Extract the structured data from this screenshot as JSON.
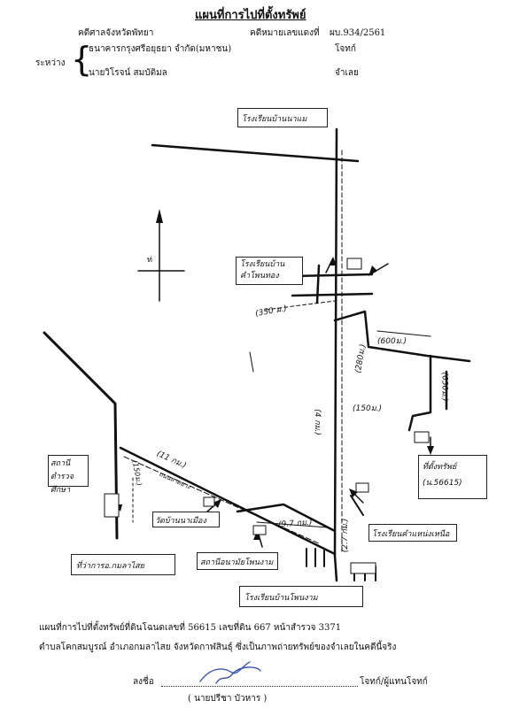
{
  "header": {
    "title": "แผนที่การไปที่ตั้งทรัพย์",
    "court": "คดีศาลจังหวัดพัทยา",
    "case_label": "คดีหมายเลขแดงที่",
    "case_no": "ผบ.934/2561",
    "between": "ระหว่าง",
    "plaintiff": "ธนาคารกรุงศรีอยุธยา จำกัด(มหาชน)",
    "plaintiff_role": "โจทก์",
    "defendant": "นายวิโรจน์  สมบัติมล",
    "defendant_role": "จำเลย"
  },
  "map": {
    "north_label": "ท่",
    "labels": {
      "school_top": "โรงเรียนบ้านนาแม",
      "school_mid_1": "โรงเรียนบ้าน",
      "school_mid_2": "คำโพนทอง",
      "dist_350": "(350 ม.)",
      "dist_600": "(600ม.)",
      "dist_280": "(280ม.)",
      "dist_650": "(650ม.)",
      "dist_150": "(150ม.)",
      "dist_11km": "(11 กม.)",
      "dist_150b": "(150ม.)",
      "road_small": "ถนนลาดยาง",
      "dist_4km": "(4 กม.)",
      "dist_9km": "(9.7 กม.)",
      "dist_7km": "(2.7 กม.)",
      "property_1": "ที่ตั้งทรัพย์",
      "property_2": "(น.56615)",
      "station_1": "สถานีตำรวจ",
      "station_2": "ศึกษา",
      "temple": "วัดบ้านนาเมือง",
      "school_nongkhai": "โรงเรียนคำแหน่งเหนือ",
      "health": "สถานีอนามัยโพนงาม",
      "district_1": "ที่ว่าการอ.กมลาไสย",
      "school_bottom": "โรงเรียนบ้านโพนงาม"
    }
  },
  "footer": {
    "line1": "แผนที่การไปที่ตั้งทรัพย์ที่ดินโฉนดเลขที่ 56615 เลขที่ดิน 667 หน้าสำรวจ 3371",
    "line2": "ตำบลโคกสมบูรณ์ อำเภอกมลาไสย จังหวัดกาฬสินธุ์ ซึ่งเป็นภาพถ่ายทรัพย์ของจำเลยในคดีนี้จริง",
    "sign_label": "ลงชื่อ",
    "sign_role": "โจทก์/ผู้แทนโจทก์",
    "signer": "( นายปรีชา   บัวหาร )"
  }
}
